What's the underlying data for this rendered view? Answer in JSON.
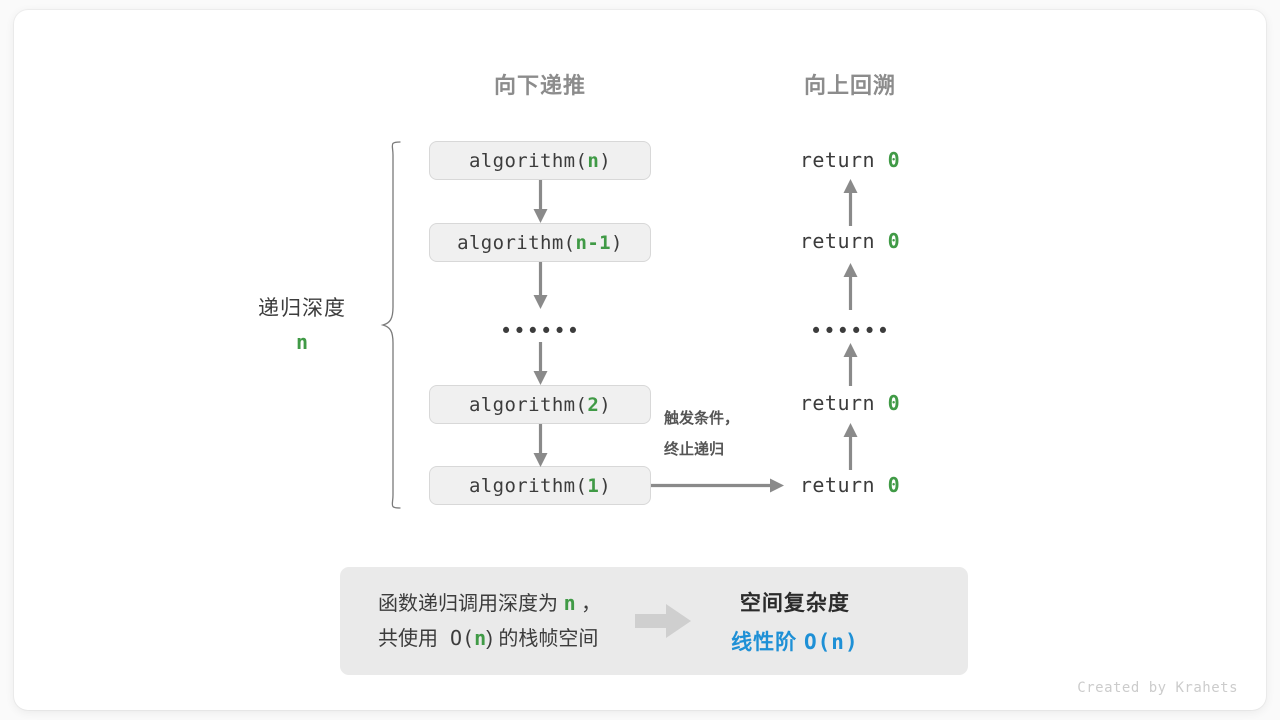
{
  "figure": {
    "title_down": "向下递推",
    "title_up": "向上回溯",
    "credit": "Created by Krahets",
    "colors": {
      "accent_green": "#409a46",
      "accent_blue": "#1e90d6",
      "arrow_gray": "#8a8a8a",
      "box_fill": "#f0f0f0",
      "box_border": "#d8d8d8",
      "panel_fill": "#eaeaea",
      "text_dark": "#3c3c3c",
      "header_gray": "#8c8c8c"
    }
  },
  "depth_bracket": {
    "label": "递归深度",
    "value": "n"
  },
  "call_stack": [
    {
      "prefix": "algorithm(",
      "param": "n",
      "suffix": ")"
    },
    {
      "prefix": "algorithm(",
      "param": "n-1",
      "suffix": ")"
    },
    {
      "ellipsis": "••••••"
    },
    {
      "prefix": "algorithm(",
      "param": "2",
      "suffix": ")"
    },
    {
      "prefix": "algorithm(",
      "param": "1",
      "suffix": ")"
    }
  ],
  "returns": [
    {
      "text": "return ",
      "value": "0"
    },
    {
      "text": "return ",
      "value": "0"
    },
    {
      "ellipsis": "••••••"
    },
    {
      "text": "return ",
      "value": "0"
    },
    {
      "text": "return ",
      "value": "0"
    }
  ],
  "trigger_note": {
    "line1": "触发条件，",
    "line2": "终止递归"
  },
  "summary": {
    "left_line1_a": "函数递归调用深度为 ",
    "left_line1_b": "n",
    "left_line1_c": " ，",
    "left_line2_a": "共使用 O(",
    "left_line2_b": "n",
    "left_line2_c": ") 的栈帧空间",
    "right_line1": "空间复杂度",
    "right_line2_a": "线性阶 ",
    "right_line2_b": "O(n)"
  }
}
